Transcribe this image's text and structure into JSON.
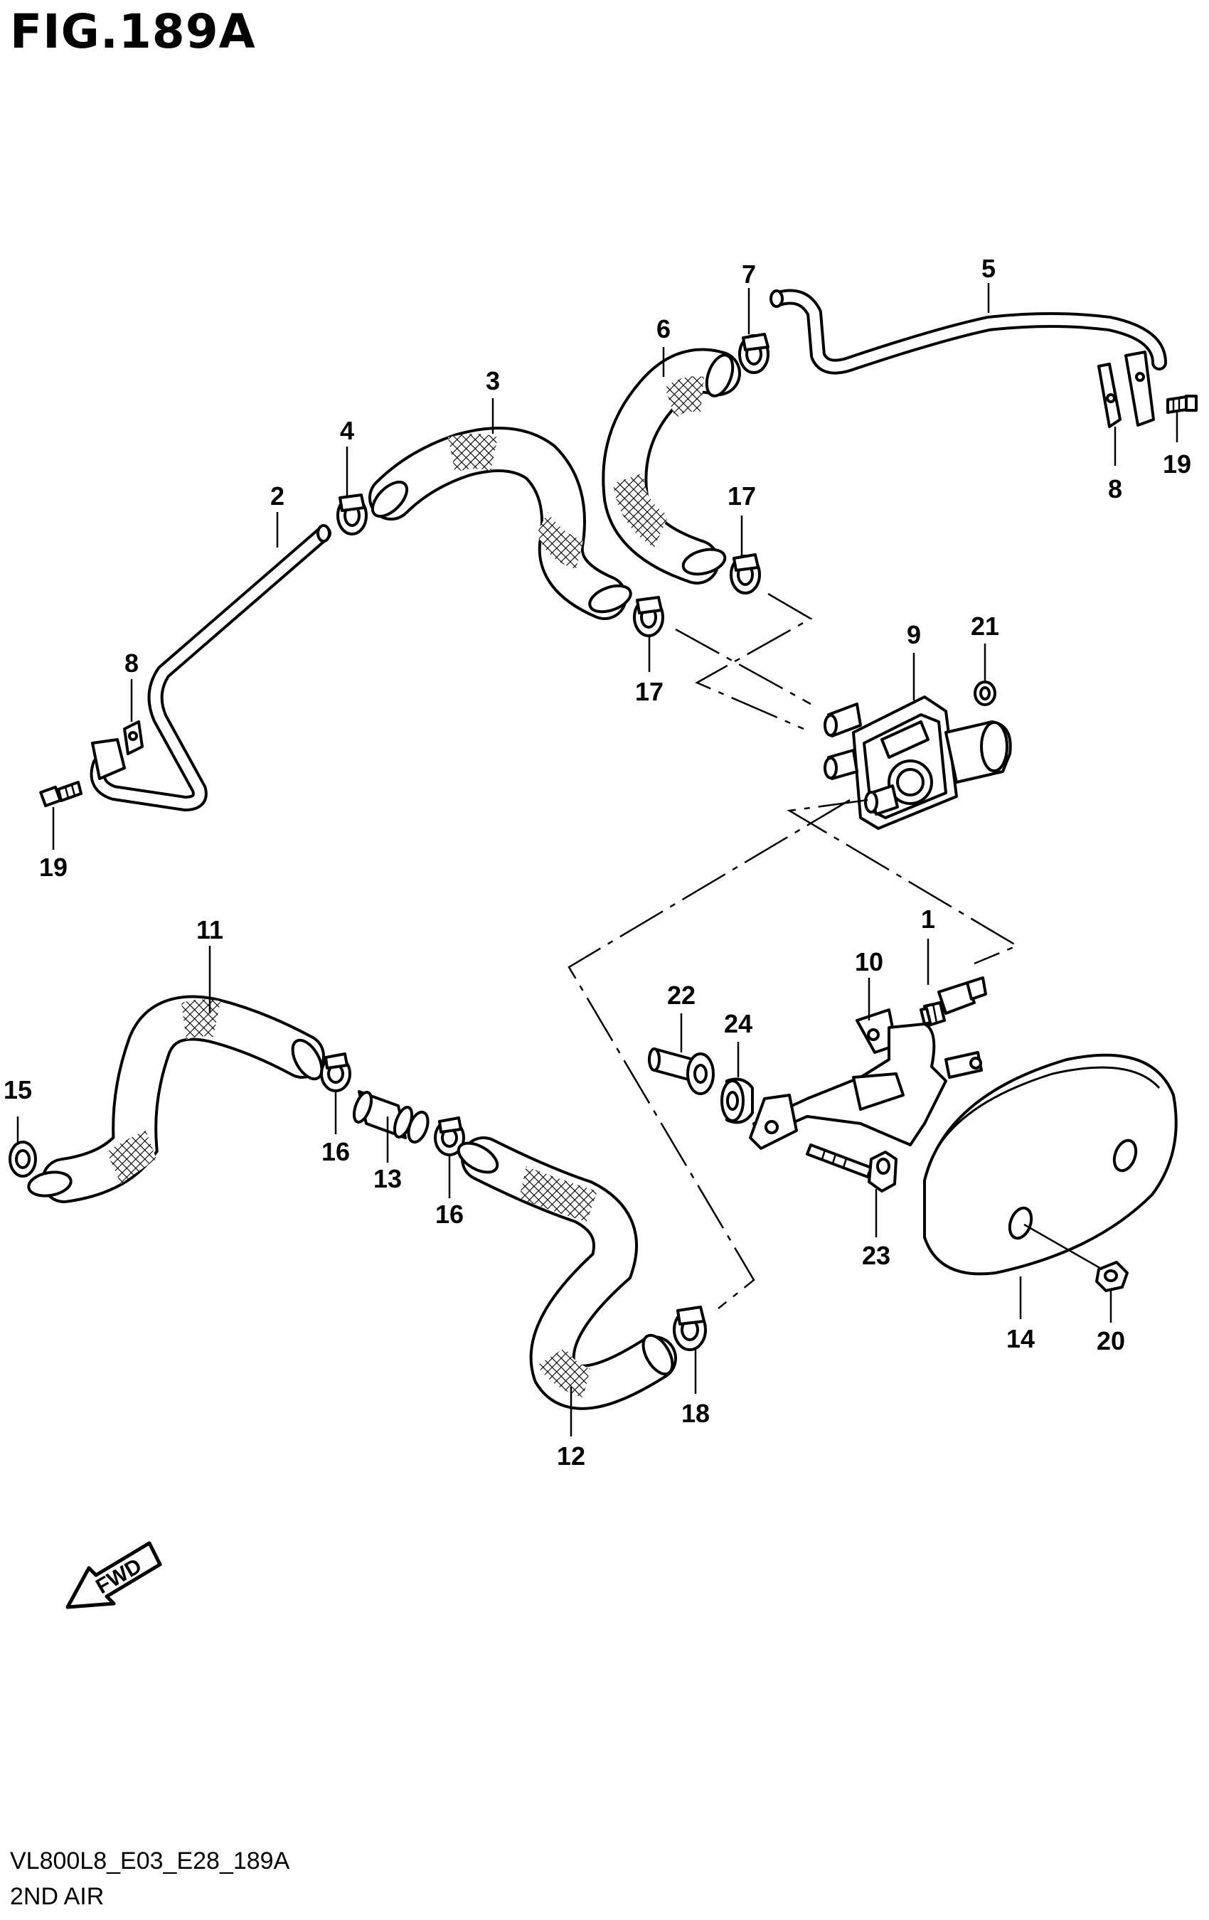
{
  "figure": {
    "title": "FIG.189A"
  },
  "footer": {
    "code": "VL800L8_E03_E28_189A",
    "name": "2ND AIR"
  },
  "fwd_label": "FWD",
  "callouts": [
    {
      "id": "c1",
      "label": "1"
    },
    {
      "id": "c2",
      "label": "2"
    },
    {
      "id": "c3",
      "label": "3"
    },
    {
      "id": "c4",
      "label": "4"
    },
    {
      "id": "c5",
      "label": "5"
    },
    {
      "id": "c6",
      "label": "6"
    },
    {
      "id": "c7",
      "label": "7"
    },
    {
      "id": "c8a",
      "label": "8"
    },
    {
      "id": "c8b",
      "label": "8"
    },
    {
      "id": "c9",
      "label": "9"
    },
    {
      "id": "c10",
      "label": "10"
    },
    {
      "id": "c11",
      "label": "11"
    },
    {
      "id": "c12",
      "label": "12"
    },
    {
      "id": "c13",
      "label": "13"
    },
    {
      "id": "c14",
      "label": "14"
    },
    {
      "id": "c15",
      "label": "15"
    },
    {
      "id": "c16a",
      "label": "16"
    },
    {
      "id": "c16b",
      "label": "16"
    },
    {
      "id": "c17a",
      "label": "17"
    },
    {
      "id": "c17b",
      "label": "17"
    },
    {
      "id": "c18",
      "label": "18"
    },
    {
      "id": "c19a",
      "label": "19"
    },
    {
      "id": "c19b",
      "label": "19"
    },
    {
      "id": "c20",
      "label": "20"
    },
    {
      "id": "c21",
      "label": "21"
    },
    {
      "id": "c22",
      "label": "22"
    },
    {
      "id": "c23",
      "label": "23"
    },
    {
      "id": "c24",
      "label": "24"
    }
  ]
}
